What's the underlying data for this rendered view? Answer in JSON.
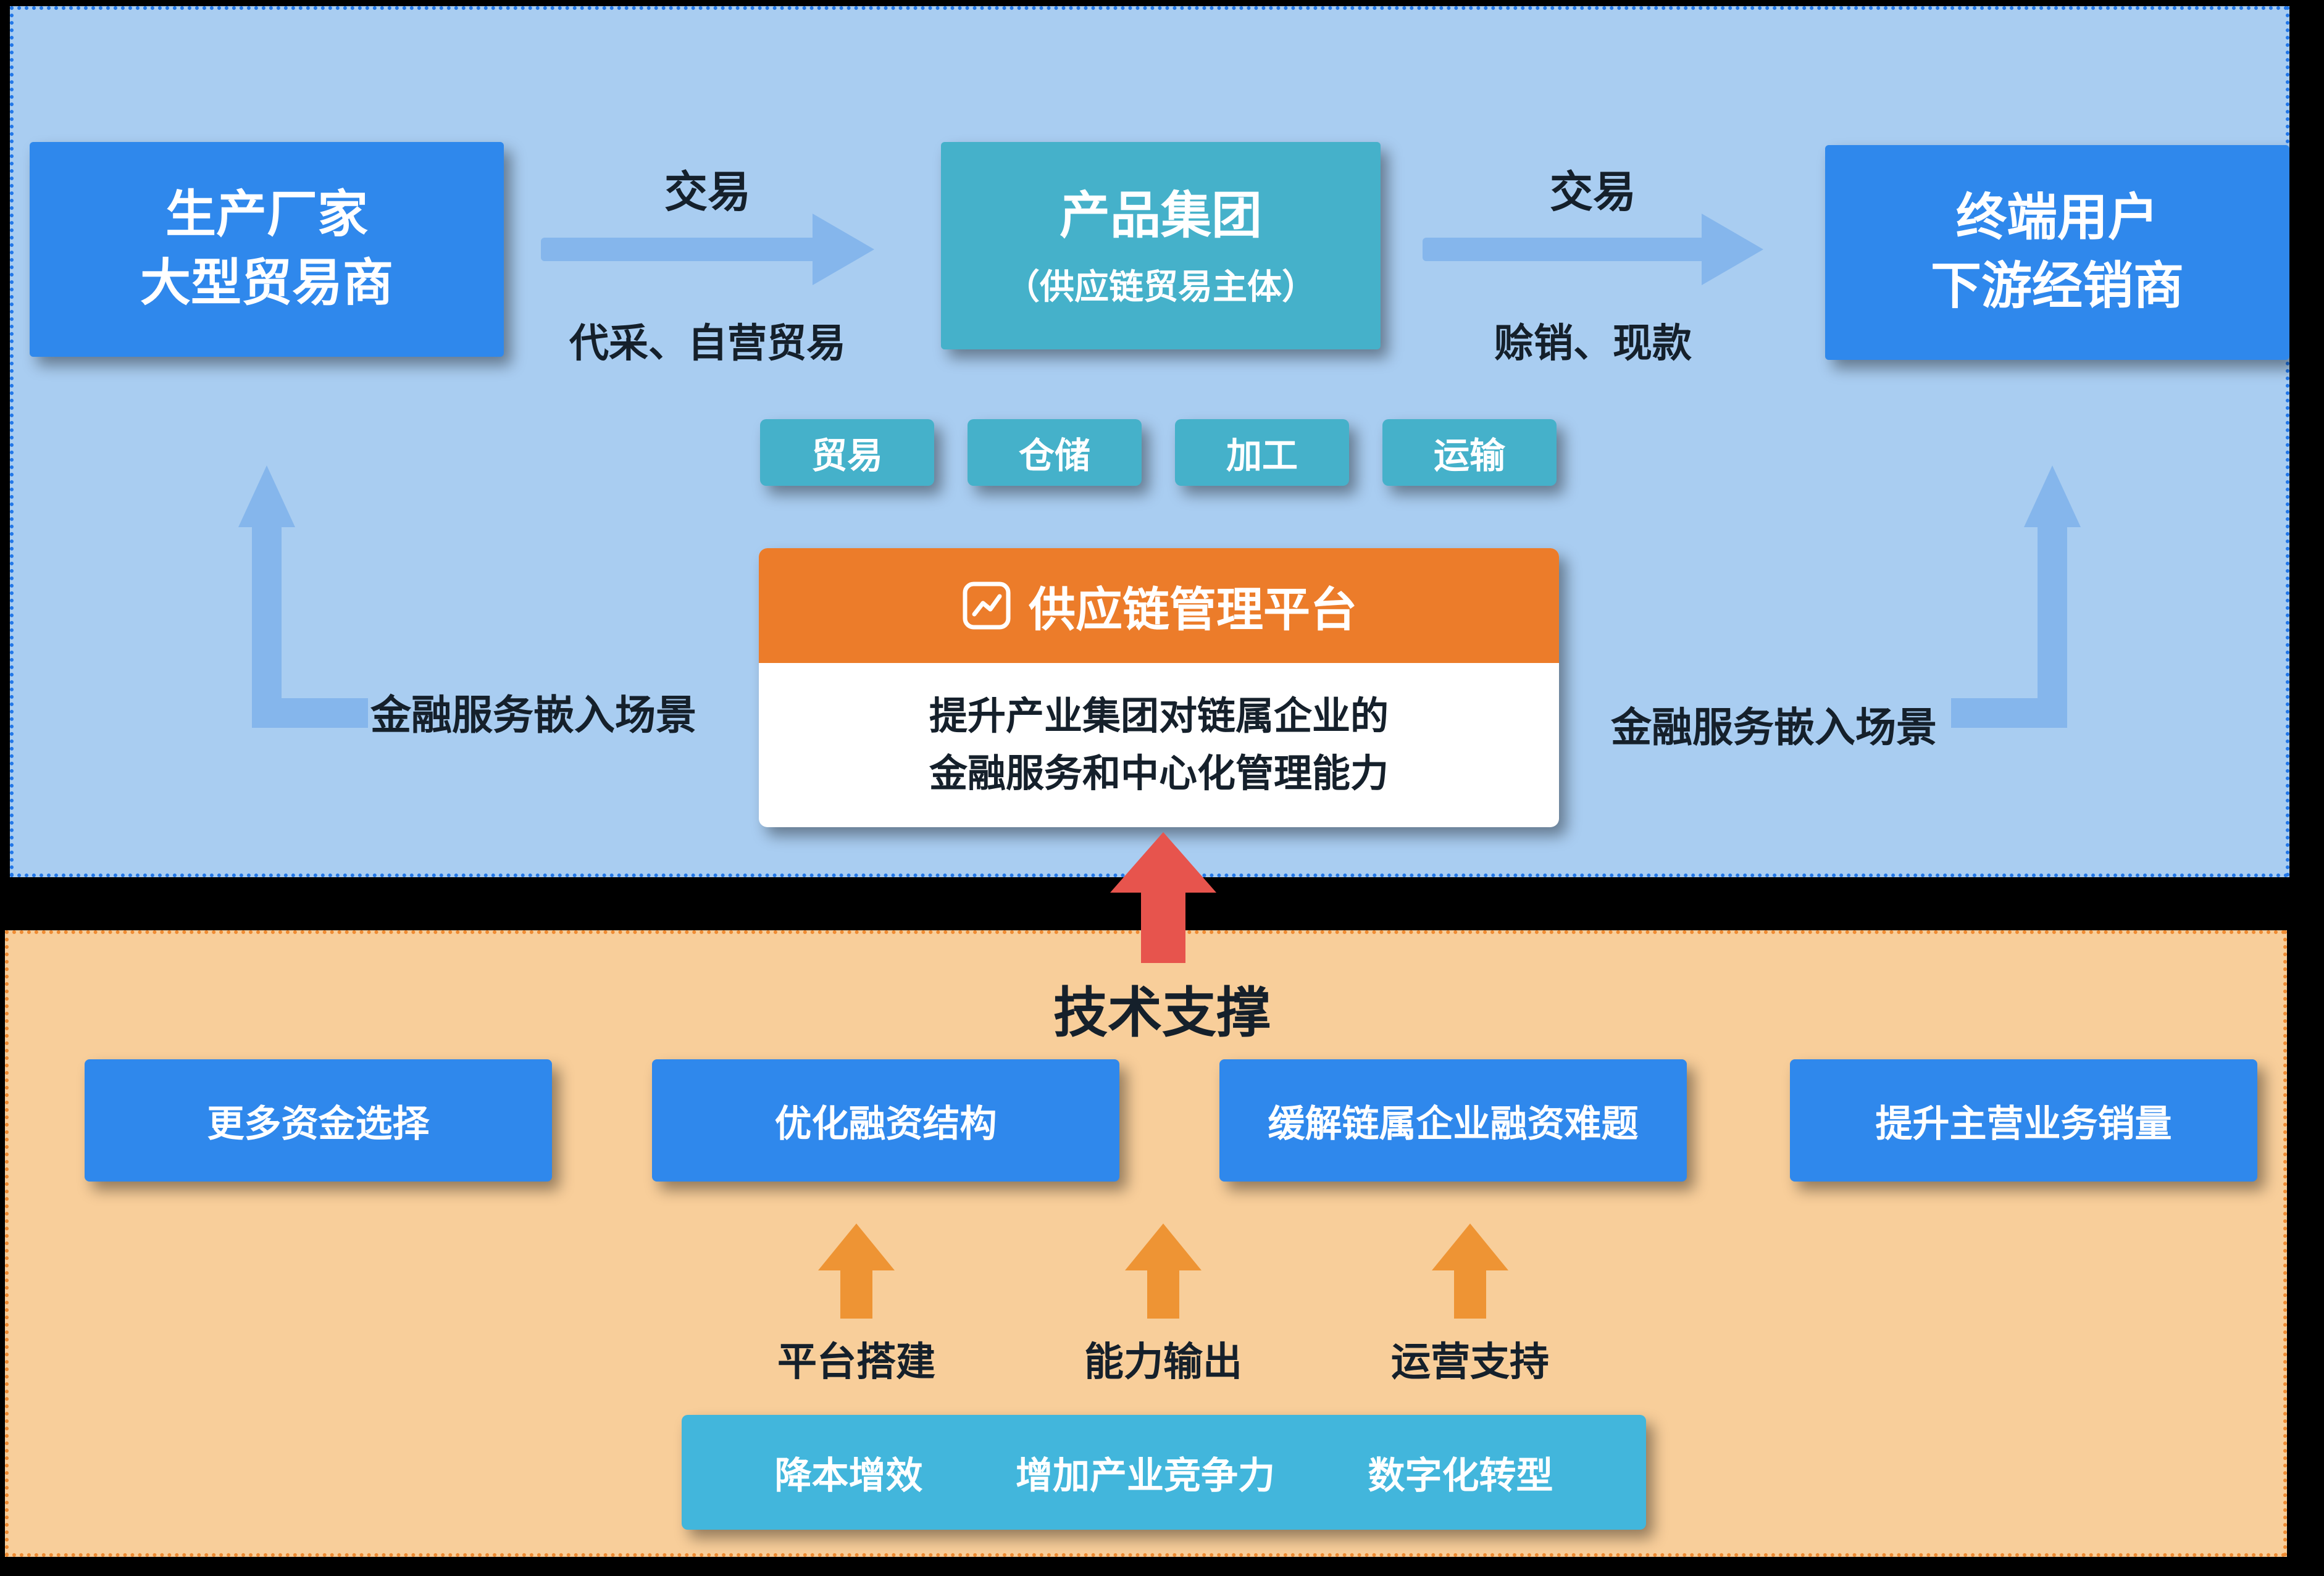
{
  "top_section": {
    "left_box": {
      "line1": "生产厂家",
      "line2": "大型贸易商"
    },
    "center_box": {
      "line1": "产品集团",
      "line2": "（供应链贸易主体）"
    },
    "right_box": {
      "line1": "终端用户",
      "line2": "下游经销商"
    },
    "arrow1": {
      "top_label": "交易",
      "bottom_label": "代采、自营贸易"
    },
    "arrow2": {
      "top_label": "交易",
      "bottom_label": "赊销、现款"
    },
    "service_tags": [
      "贸易",
      "仓储",
      "加工",
      "运输"
    ],
    "platform": {
      "title": "供应链管理平台",
      "description_line1": "提升产业集团对链属企业的",
      "description_line2": "金融服务和中心化管理能力"
    },
    "left_arrow_label": "金融服务嵌入场景",
    "right_arrow_label": "金融服务嵌入场景"
  },
  "bottom_section": {
    "title": "技术支撑",
    "benefit_boxes": [
      "更多资金选择",
      "优化融资结构",
      "缓解链属企业融资难题",
      "提升主营业务销量"
    ],
    "support_labels": [
      "平台搭建",
      "能力输出",
      "运营支持"
    ],
    "outcome_items": [
      "降本增效",
      "增加产业竞争力",
      "数字化转型"
    ]
  },
  "colors": {
    "section-top-bg": "#a9cdf1",
    "section-top-border": "#2277e8",
    "section-bottom-bg": "#f8ce9a",
    "section-bottom-border": "#ee8a31",
    "blue-box": "#2f88ec",
    "teal-box": "#45b1ca",
    "teal-light-box": "#42b6dc",
    "orange-header": "#ec7c2a",
    "arrow-blue": "#85b6ec",
    "arrow-orange": "#ee9434",
    "arrow-red": "#e7544d",
    "text-dark": "#15202b"
  }
}
